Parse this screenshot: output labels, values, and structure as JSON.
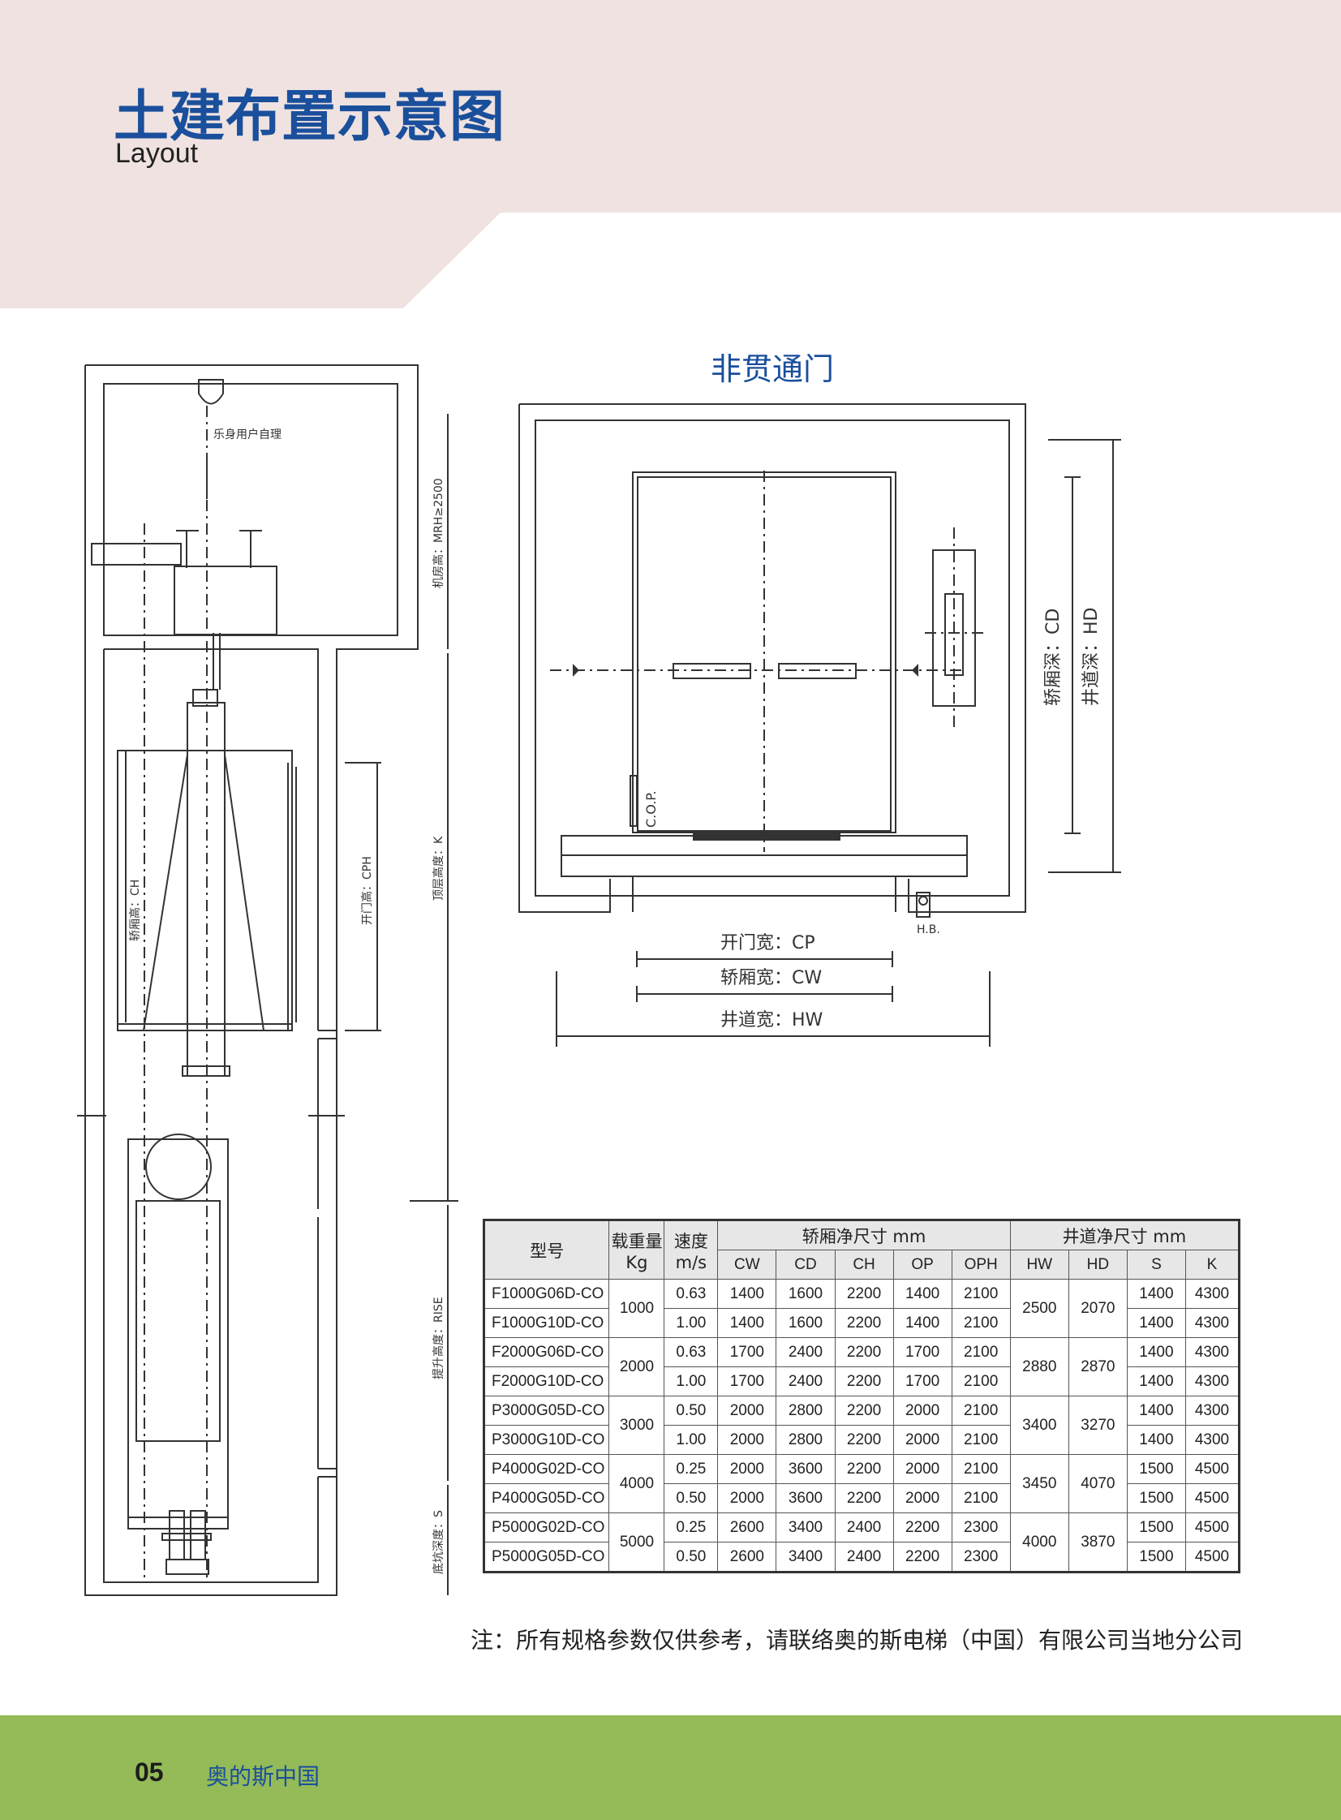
{
  "header": {
    "title_cn": "土建布置示意图",
    "title_en": "Layout",
    "band_color": "#efe2e0"
  },
  "drawing_left": {
    "label_machine_room": "乐身用户自理",
    "label_mr_height": "机房高：MRH≥2500",
    "label_top_height": "顶层高度：K",
    "label_car_height": "轿厢高：CH",
    "label_door_height": "开门高：CPH",
    "label_rise": "提升高度：RISE",
    "label_pit_depth": "底坑深度：S"
  },
  "drawing_plan": {
    "title": "非贯通门",
    "label_open_width": "开门宽：CP",
    "label_car_width": "轿厢宽：CW",
    "label_hoistway_width": "井道宽：HW",
    "label_car_depth": "轿厢深：CD",
    "label_hoistway_depth": "井道深：HD",
    "label_cop": "C.O.P.",
    "label_hb": "H.B."
  },
  "table": {
    "headers": {
      "model": "型号",
      "load": "载重量",
      "load_unit": "Kg",
      "speed": "速度",
      "speed_unit": "m/s",
      "car_group": "轿厢净尺寸 mm",
      "shaft_group": "井道净尺寸 mm",
      "car_cols": [
        "CW",
        "CD",
        "CH",
        "OP",
        "OPH"
      ],
      "shaft_cols": [
        "HW",
        "HD",
        "S",
        "K"
      ]
    },
    "groups": [
      {
        "load": "1000",
        "hw": "2500",
        "hd": "2070",
        "rows": [
          {
            "model": "F1000G06D-CO",
            "speed": "0.63",
            "cw": "1400",
            "cd": "1600",
            "ch": "2200",
            "op": "1400",
            "oph": "2100",
            "s": "1400",
            "k": "4300"
          },
          {
            "model": "F1000G10D-CO",
            "speed": "1.00",
            "cw": "1400",
            "cd": "1600",
            "ch": "2200",
            "op": "1400",
            "oph": "2100",
            "s": "1400",
            "k": "4300"
          }
        ]
      },
      {
        "load": "2000",
        "hw": "2880",
        "hd": "2870",
        "rows": [
          {
            "model": "F2000G06D-CO",
            "speed": "0.63",
            "cw": "1700",
            "cd": "2400",
            "ch": "2200",
            "op": "1700",
            "oph": "2100",
            "s": "1400",
            "k": "4300"
          },
          {
            "model": "F2000G10D-CO",
            "speed": "1.00",
            "cw": "1700",
            "cd": "2400",
            "ch": "2200",
            "op": "1700",
            "oph": "2100",
            "s": "1400",
            "k": "4300"
          }
        ]
      },
      {
        "load": "3000",
        "hw": "3400",
        "hd": "3270",
        "rows": [
          {
            "model": "P3000G05D-CO",
            "speed": "0.50",
            "cw": "2000",
            "cd": "2800",
            "ch": "2200",
            "op": "2000",
            "oph": "2100",
            "s": "1400",
            "k": "4300"
          },
          {
            "model": "P3000G10D-CO",
            "speed": "1.00",
            "cw": "2000",
            "cd": "2800",
            "ch": "2200",
            "op": "2000",
            "oph": "2100",
            "s": "1400",
            "k": "4300"
          }
        ]
      },
      {
        "load": "4000",
        "hw": "3450",
        "hd": "4070",
        "rows": [
          {
            "model": "P4000G02D-CO",
            "speed": "0.25",
            "cw": "2000",
            "cd": "3600",
            "ch": "2200",
            "op": "2000",
            "oph": "2100",
            "s": "1500",
            "k": "4500"
          },
          {
            "model": "P4000G05D-CO",
            "speed": "0.50",
            "cw": "2000",
            "cd": "3600",
            "ch": "2200",
            "op": "2000",
            "oph": "2100",
            "s": "1500",
            "k": "4500"
          }
        ]
      },
      {
        "load": "5000",
        "hw": "4000",
        "hd": "3870",
        "rows": [
          {
            "model": "P5000G02D-CO",
            "speed": "0.25",
            "cw": "2600",
            "cd": "3400",
            "ch": "2400",
            "op": "2200",
            "oph": "2300",
            "s": "1500",
            "k": "4500"
          },
          {
            "model": "P5000G05D-CO",
            "speed": "0.50",
            "cw": "2600",
            "cd": "3400",
            "ch": "2400",
            "op": "2200",
            "oph": "2300",
            "s": "1500",
            "k": "4500"
          }
        ]
      }
    ]
  },
  "note": "注：所有规格参数仅供参考，请联络奥的斯电梯（中国）有限公司当地分公司",
  "footer": {
    "page_number": "05",
    "brand": "奥的斯中国",
    "bar_color": "#94bb57"
  }
}
